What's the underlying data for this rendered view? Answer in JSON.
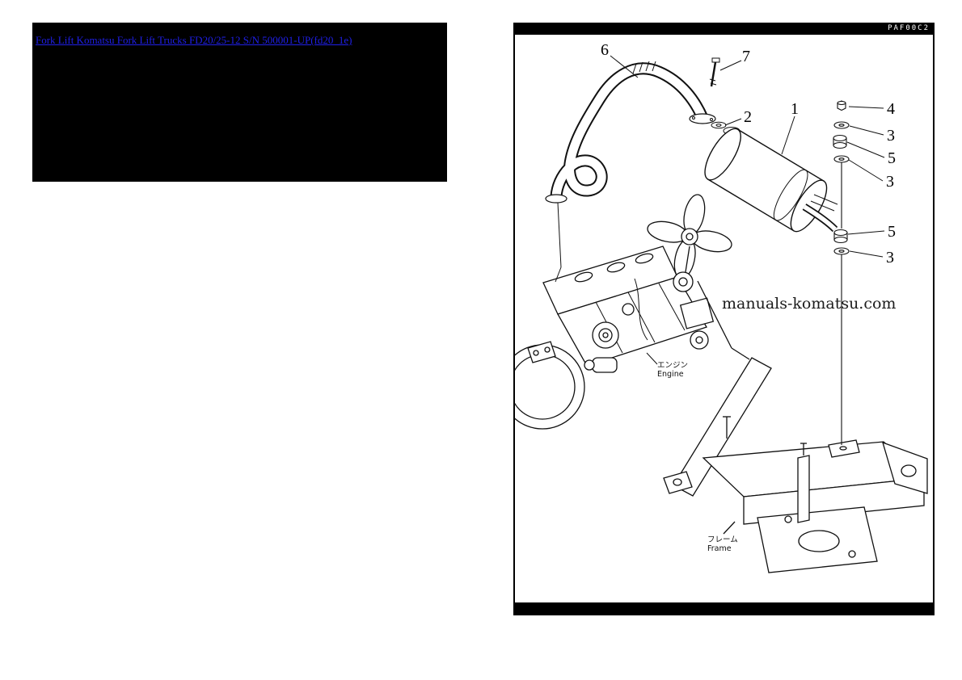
{
  "header": {
    "catalog_link": "Fork Lift Komatsu Fork Lift Trucks FD20/25-12 S/N 500001-UP(fd20_1e)"
  },
  "diagram": {
    "code": "PAF00C2",
    "watermark": "manuals-komatsu.com",
    "engine_label": {
      "jp": "エンジン",
      "en": "Engine"
    },
    "frame_label": {
      "jp": "フレーム",
      "en": "Frame"
    },
    "callouts": [
      {
        "label": "6"
      },
      {
        "label": "7"
      },
      {
        "label": "2"
      },
      {
        "label": "1"
      },
      {
        "label": "4"
      },
      {
        "label": "3"
      },
      {
        "label": "5"
      },
      {
        "label": "3"
      },
      {
        "label": "5"
      },
      {
        "label": "3"
      }
    ]
  },
  "colors": {
    "link": "#1f1fe8",
    "panel": "#000000",
    "ink": "#111111",
    "watermark": "#1b1b1b"
  }
}
